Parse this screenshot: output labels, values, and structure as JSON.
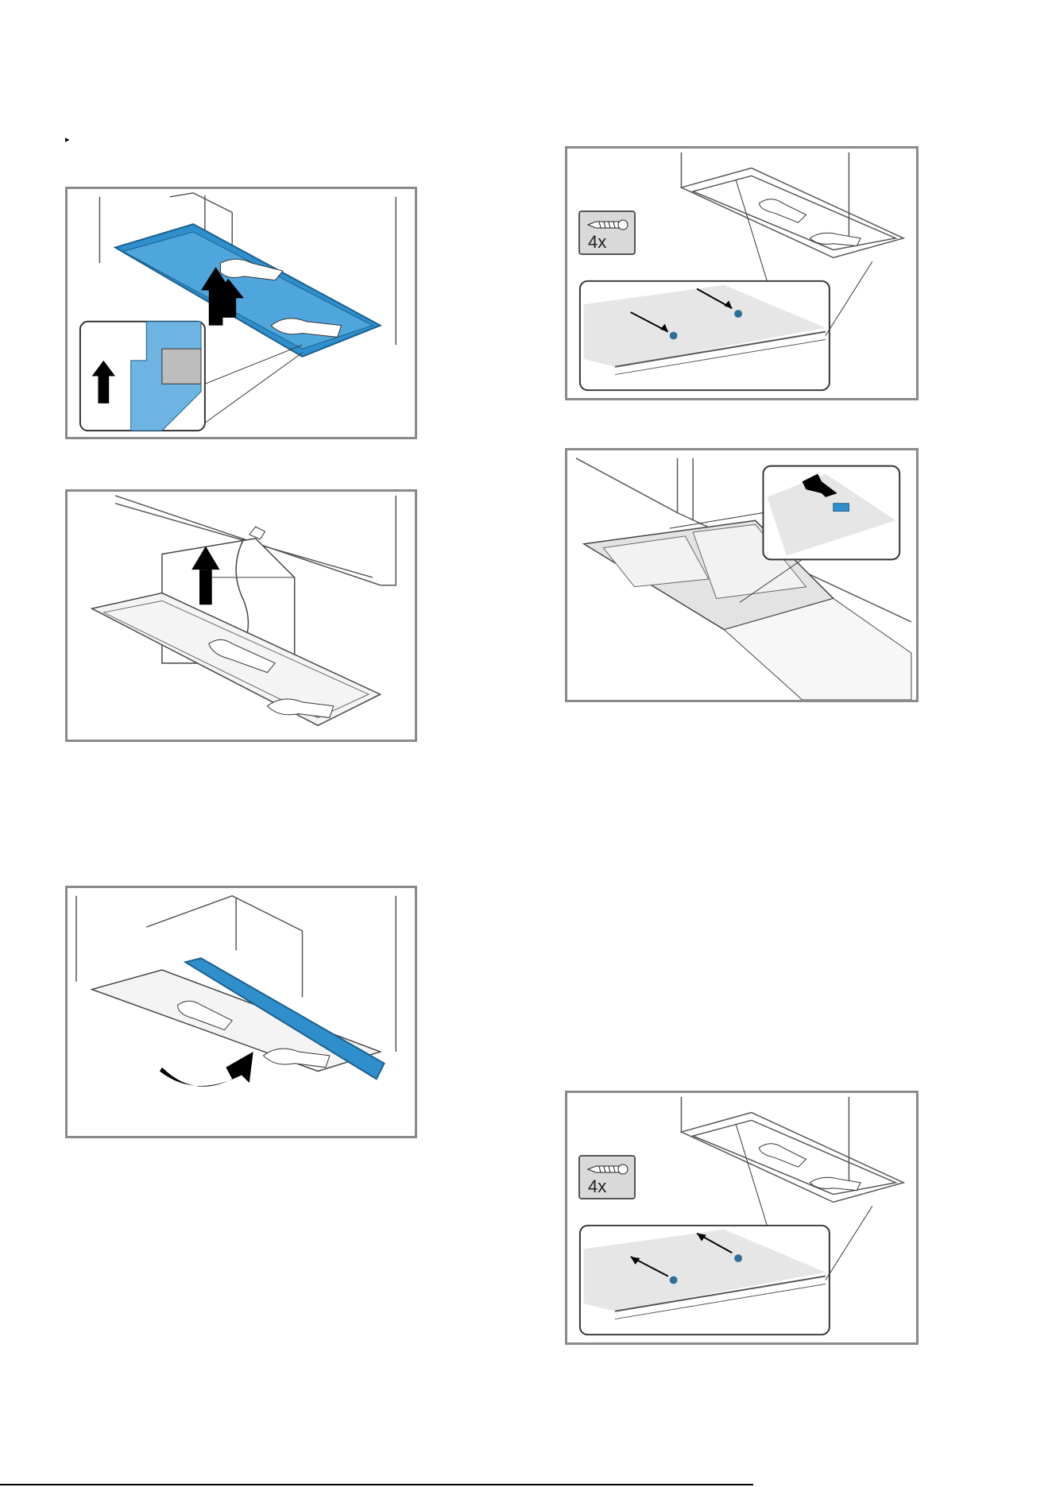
{
  "bullet_marker": "▸",
  "panels": [
    {
      "id": "lift-panel"
    },
    {
      "id": "lower-unit"
    },
    {
      "id": "fold-panel"
    },
    {
      "id": "screws-in",
      "badge": "4x"
    },
    {
      "id": "filter-release"
    },
    {
      "id": "screws-out",
      "badge": "4x"
    }
  ],
  "colors": {
    "accent": "#2e8fcc",
    "frame": "#8a8a8a",
    "badge_bg": "#d9d9d9"
  }
}
